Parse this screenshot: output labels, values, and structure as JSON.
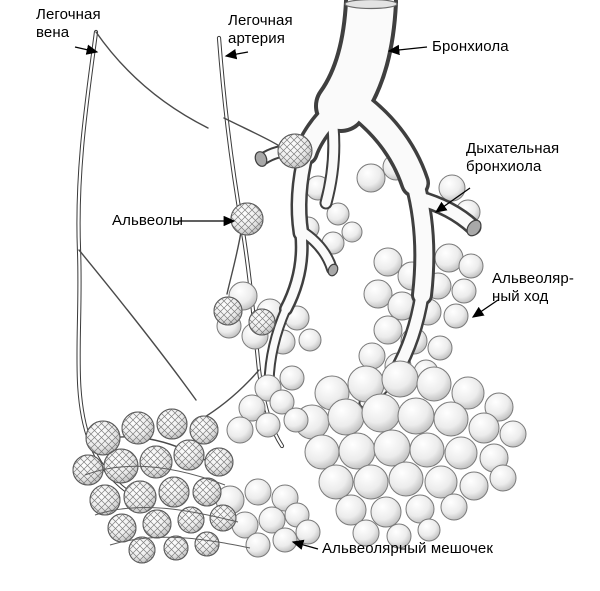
{
  "labels": {
    "pulmonary_vein": "Легочная\nвена",
    "pulmonary_artery": "Легочная\nартерия",
    "bronchiole": "Бронхиола",
    "respiratory_bronchiole": "Дыхательная\nбронхиола",
    "alveoli": "Альвеолы",
    "alveolar_duct": "Альвеоляр-\nный ход",
    "alveolar_sac": "Альвеолярный мешочек"
  },
  "colors": {
    "background": "#ffffff",
    "label_text": "#000000",
    "drawing_outline": "#3f3f3f",
    "sphere_edge": "#b0b0b0"
  }
}
